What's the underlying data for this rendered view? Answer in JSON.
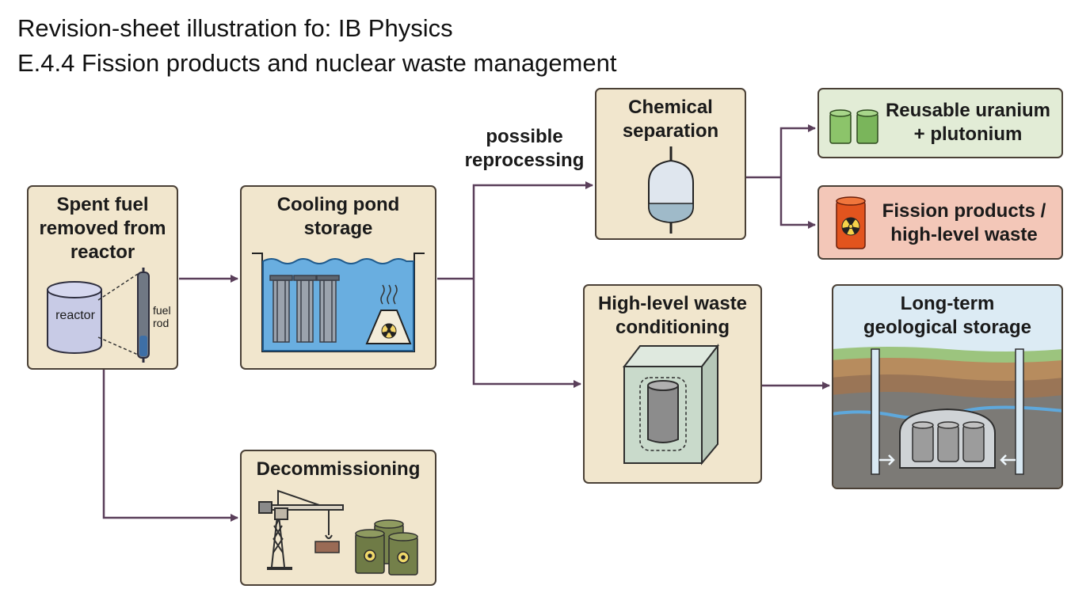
{
  "title": {
    "line1": "Revision-sheet illustration fo: IB Physics",
    "line2": "E.4.4 Fission products and nuclear waste management"
  },
  "nodes": {
    "spent_fuel": {
      "label": "Spent fuel\nremoved from\nreactor",
      "reactor_label": "reactor",
      "rod_label": "fuel\nrod"
    },
    "cooling_pond": {
      "label": "Cooling pond\nstorage"
    },
    "decommissioning": {
      "label": "Decommissioning"
    },
    "chemical_separation": {
      "label": "Chemical\nseparation"
    },
    "reusable": {
      "label": "Reusable uranium\n+ plutonium"
    },
    "fission_products": {
      "label": "Fission products /\nhigh-level waste"
    },
    "hlw_conditioning": {
      "label": "High-level waste\nconditioning"
    },
    "geological": {
      "label": "Long-term\ngeological storage"
    }
  },
  "edge_labels": {
    "reprocessing": "possible\nreprocessing"
  },
  "colors": {
    "box_fill": "#f1e6cd",
    "box_border": "#4a4036",
    "arrow": "#5a3f5a",
    "water": "#69aee0",
    "green_box": "#e2ecd6",
    "red_box": "#f3c7b8"
  },
  "icons": {
    "reactor": "reactor-vessel-icon",
    "fuel_rod": "fuel-rod-icon",
    "fuel_assemblies": "fuel-assembly-icon",
    "radiation": "radiation-trefoil-icon",
    "separator": "separation-vessel-icon",
    "canisters": "uranium-canister-icon",
    "waste_drum": "radioactive-drum-icon",
    "crane": "crane-icon",
    "barrels": "waste-barrel-icon",
    "conditioning_block": "vitrified-waste-block-icon",
    "repository": "geological-repository-icon"
  }
}
